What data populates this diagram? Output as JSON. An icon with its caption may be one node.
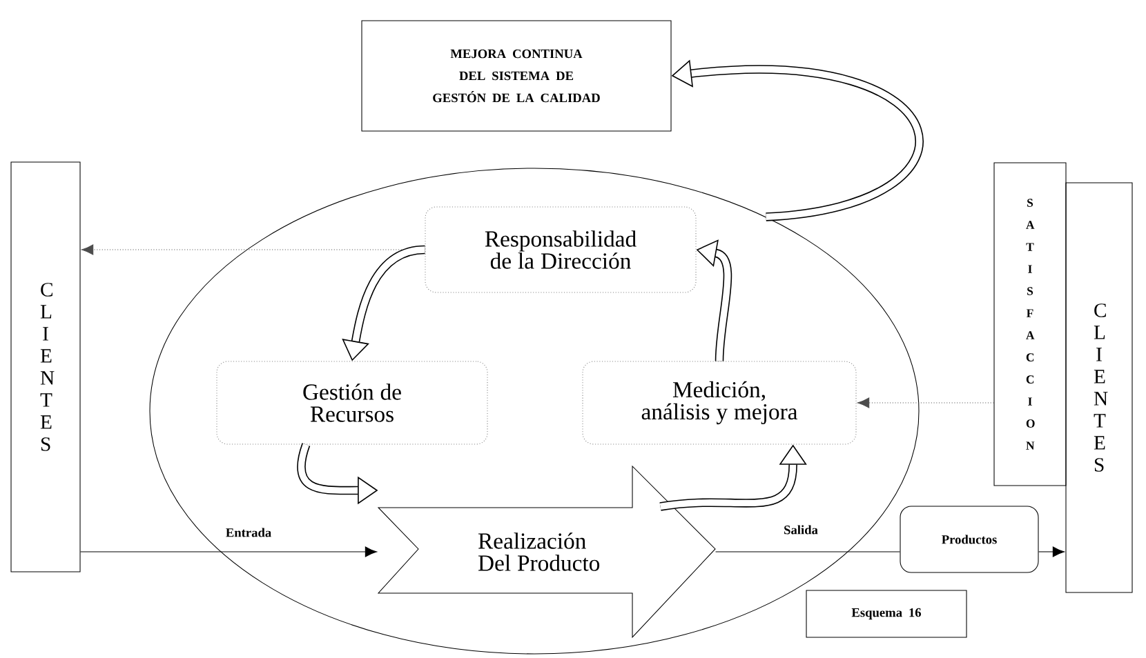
{
  "diagram": {
    "nodes": [
      {
        "text": [
          "MEJORA CONTINUA DEL SISTEMA DE GESTÓN DE LA CALIDAD"
        ]
      },
      {
        "text": [],
        "shape": "ellipse"
      },
      {
        "text": [
          "C L I E N T E S"
        ]
      },
      {
        "text": [
          "Responsabilidad de la Dirección"
        ],
        "in": 1
      },
      {
        "text": [
          "Gestión de Recursos"
        ],
        "in": 1
      },
      {
        "text": [
          "Medición, análisis y mejora"
        ],
        "in": 1
      },
      {
        "text": [
          "Realización Del Producto"
        ],
        "in": 1
      },
      {
        "text": [
          "S A T I S F A C C I O N"
        ]
      },
      {
        "text": [
          "C L I E N T E S"
        ]
      },
      {
        "text": [
          "Productos"
        ]
      },
      {
        "text": [
          "Esquema 16"
        ]
      }
    ],
    "edges": [
      {
        "from": 3,
        "to": 2,
        "arrow": "to",
        "style": "dashed"
      },
      {
        "from": 7,
        "to": 5,
        "arrow": "to",
        "style": "dashed"
      },
      {
        "from": 2,
        "to": 6,
        "arrow": "to",
        "label": "Entrada"
      },
      {
        "from": 6,
        "to": 9,
        "arrow": "none",
        "label": "Salida"
      },
      {
        "from": 9,
        "to": 8,
        "arrow": "to"
      },
      {
        "from": 3,
        "to": 4,
        "arrow": "to",
        "style": "thick"
      },
      {
        "from": 4,
        "to": 6,
        "arrow": "to",
        "style": "thick"
      },
      {
        "from": 6,
        "to": 5,
        "arrow": "to",
        "style": "thick"
      },
      {
        "from": 5,
        "to": 3,
        "arrow": "to",
        "style": "thick"
      },
      {
        "from": 1,
        "to": 0,
        "arrow": "to",
        "style": "thick"
      }
    ]
  }
}
